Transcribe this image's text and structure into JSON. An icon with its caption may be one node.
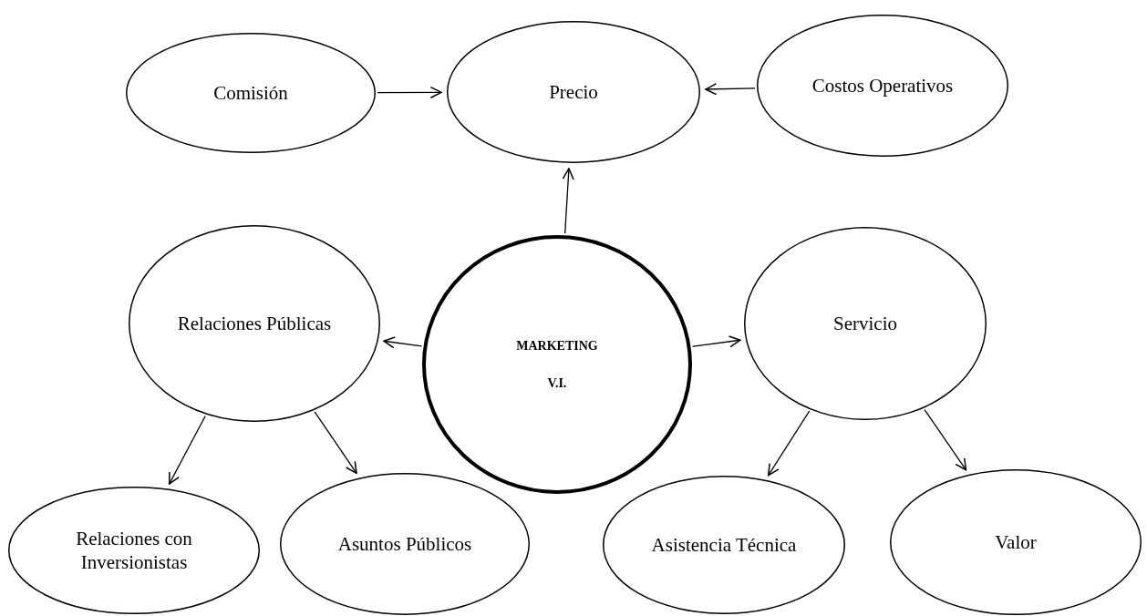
{
  "diagram": {
    "nodes": [
      {
        "text": [
          "Comisión"
        ]
      },
      {
        "text": [
          "Precio"
        ]
      },
      {
        "text": [
          "Costos Operativos"
        ]
      },
      {
        "text": [
          "Relaciones Públicas"
        ]
      },
      {
        "text": [
          "MARKETING",
          "V.I."
        ]
      },
      {
        "text": [
          "Servicio"
        ]
      },
      {
        "text": [
          "Relaciones con Inversionistas"
        ]
      },
      {
        "text": [
          "Asuntos Públicos"
        ]
      },
      {
        "text": [
          "Asistencia Técnica"
        ]
      },
      {
        "text": [
          "Valor"
        ]
      }
    ],
    "edges": [
      {
        "from": 0,
        "to": 1,
        "arrow": "to"
      },
      {
        "from": 2,
        "to": 1,
        "arrow": "to"
      },
      {
        "from": 4,
        "to": 1,
        "arrow": "to"
      },
      {
        "from": 4,
        "to": 3,
        "arrow": "to"
      },
      {
        "from": 4,
        "to": 5,
        "arrow": "to"
      },
      {
        "from": 3,
        "to": 6,
        "arrow": "to"
      },
      {
        "from": 3,
        "to": 7,
        "arrow": "to"
      },
      {
        "from": 5,
        "to": 8,
        "arrow": "to"
      },
      {
        "from": 5,
        "to": 9,
        "arrow": "to"
      }
    ]
  }
}
